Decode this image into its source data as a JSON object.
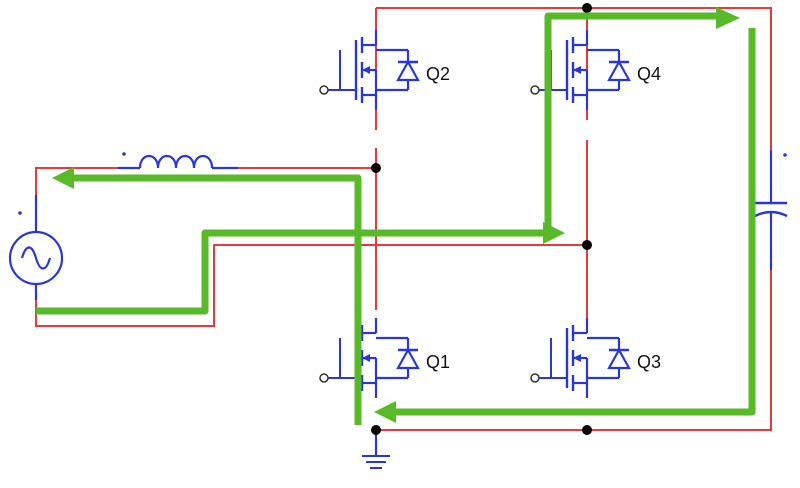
{
  "diagram": {
    "type": "full-bridge boost rectifier circuit with current path",
    "colors": {
      "wire": "#e8393c",
      "component": "#2a36d8",
      "current_path": "#58b929",
      "node": "#000000"
    },
    "switches": [
      {
        "id": "q2",
        "label": "Q2"
      },
      {
        "id": "q4",
        "label": "Q4"
      },
      {
        "id": "q1",
        "label": "Q1"
      },
      {
        "id": "q3",
        "label": "Q3"
      }
    ],
    "components": [
      "ac-source",
      "inductor",
      "dc-capacitor",
      "ground"
    ]
  }
}
